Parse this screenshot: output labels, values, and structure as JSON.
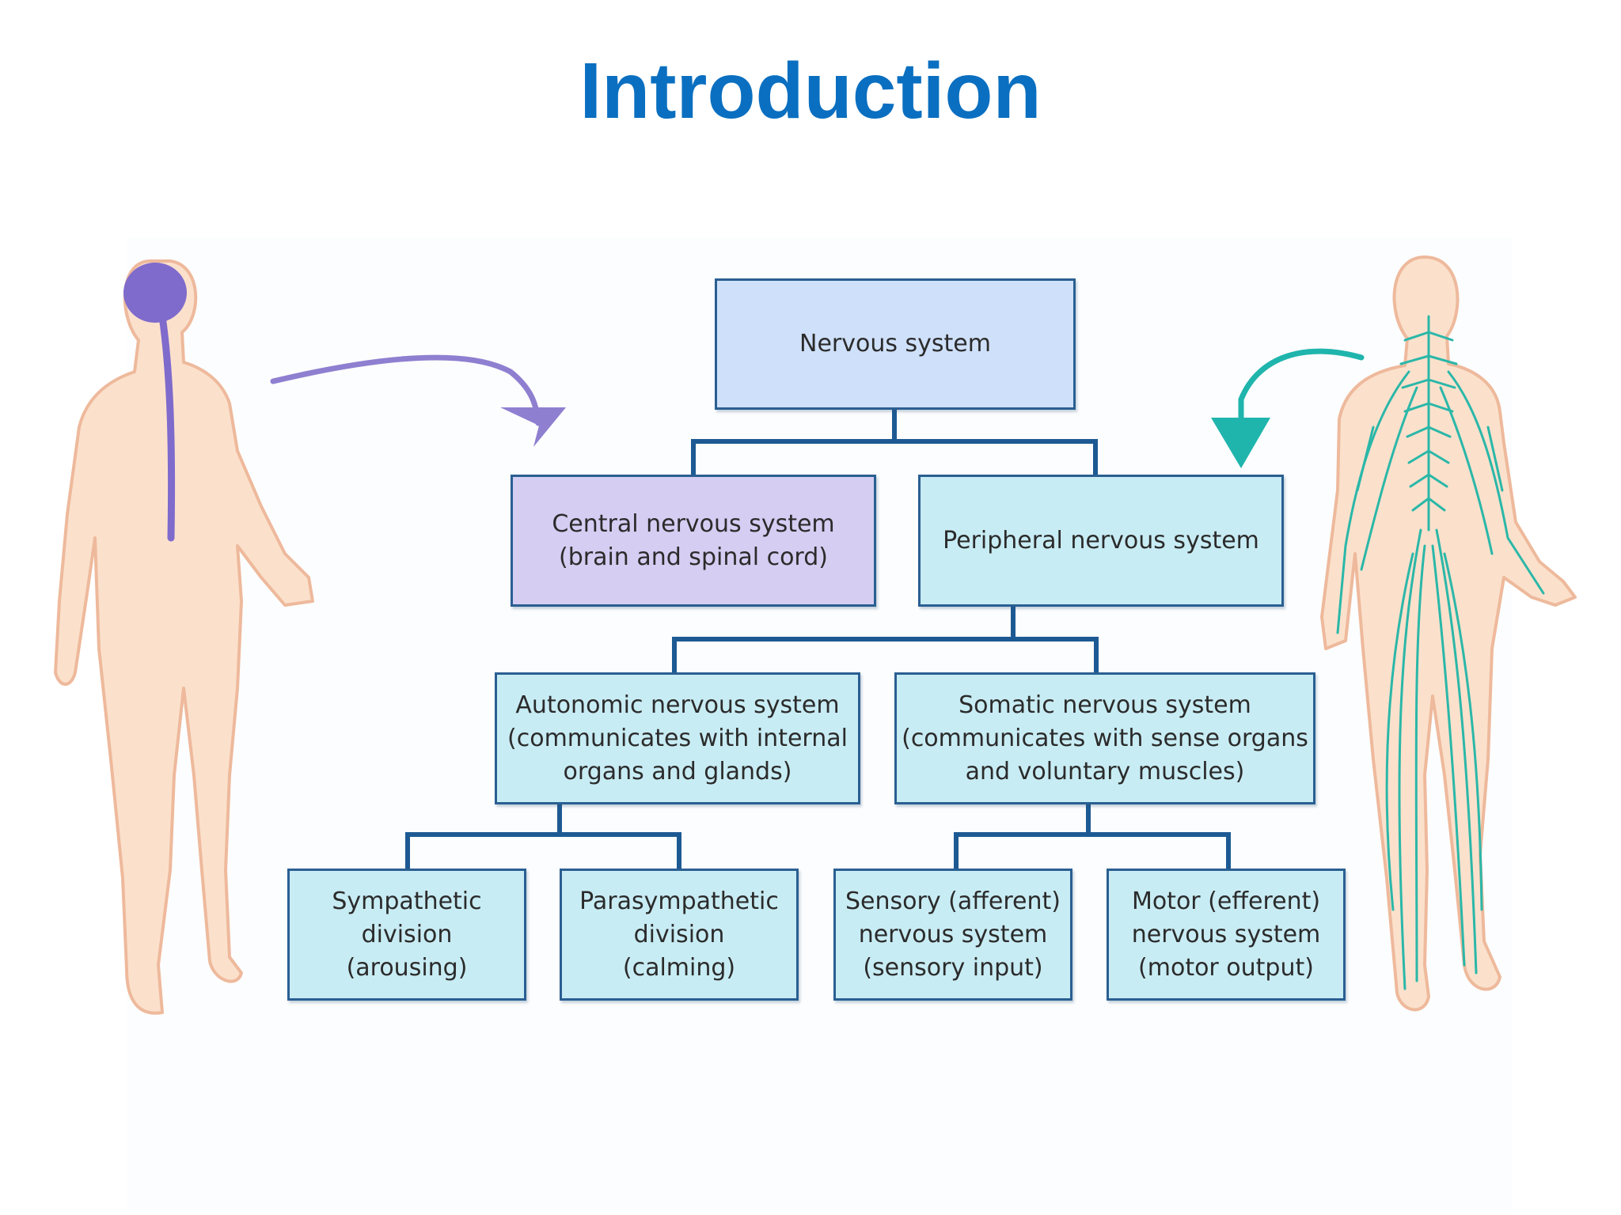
{
  "title": "Introduction",
  "colors": {
    "title": "#0a6fc0",
    "root_fill": "#cfe0fa",
    "cns_fill": "#d5cdf2",
    "pns_fill": "#c8ecf4",
    "box_border": "#2a5f92",
    "connector": "#1d5a93",
    "cns_arrow": "#8f7fd0",
    "pns_arrow": "#1fb5ad",
    "skin": "#fbe1cc",
    "skin_outline": "#eeb99c",
    "nerves": "#2bb7a8"
  },
  "icons": {
    "left_figure": "human-figure-cns-icon",
    "right_figure": "human-figure-pns-icon"
  },
  "nodes": {
    "root": "Nervous system",
    "cns": "Central nervous system\n(brain and spinal cord)",
    "pns": "Peripheral nervous system",
    "autonomic": "Autonomic nervous system\n(communicates with internal\norgans and glands)",
    "somatic": "Somatic nervous system\n(communicates with sense organs\nand voluntary muscles)",
    "sympathetic": "Sympathetic\ndivision\n(arousing)",
    "parasympathetic": "Parasympathetic\ndivision\n(calming)",
    "sensory": "Sensory (afferent)\nnervous system\n(sensory input)",
    "motor": "Motor (efferent)\nnervous system\n(motor output)"
  }
}
